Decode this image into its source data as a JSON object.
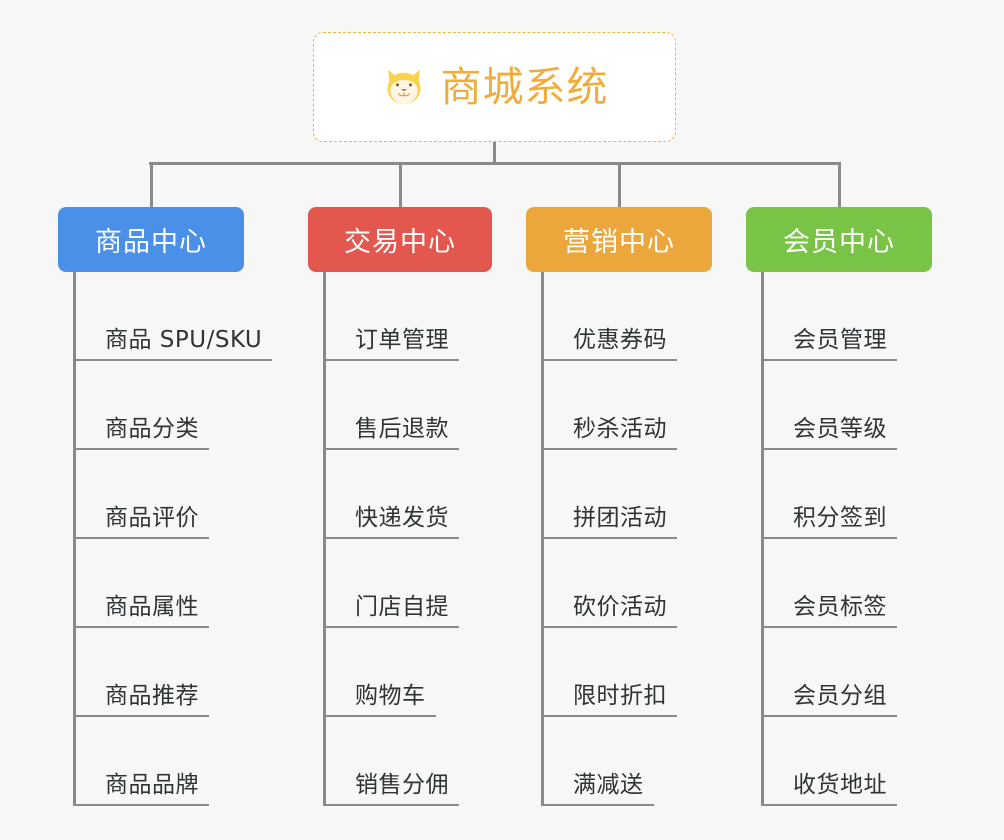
{
  "page": {
    "background_color": "#f7f7f7",
    "line_color": "#8a8a8a"
  },
  "root": {
    "title": "商城系统",
    "icon": "shiba-dog-face-icon",
    "text_color": "#f0ad3c",
    "border_color": "#f0b443",
    "background_color": "#ffffff"
  },
  "branches": [
    {
      "label": "商品中心",
      "color": "#4a90e8",
      "items": [
        "商品 SPU/SKU",
        "商品分类",
        "商品评价",
        "商品属性",
        "商品推荐",
        "商品品牌"
      ]
    },
    {
      "label": "交易中心",
      "color": "#e4574f",
      "items": [
        "订单管理",
        "售后退款",
        "快递发货",
        "门店自提",
        "购物车",
        "销售分佣"
      ]
    },
    {
      "label": "营销中心",
      "color": "#eba63c",
      "items": [
        "优惠券码",
        "秒杀活动",
        "拼团活动",
        "砍价活动",
        "限时折扣",
        "满减送"
      ]
    },
    {
      "label": "会员中心",
      "color": "#79c346",
      "items": [
        "会员管理",
        "会员等级",
        "积分签到",
        "会员标签",
        "会员分组",
        "收货地址"
      ]
    }
  ]
}
